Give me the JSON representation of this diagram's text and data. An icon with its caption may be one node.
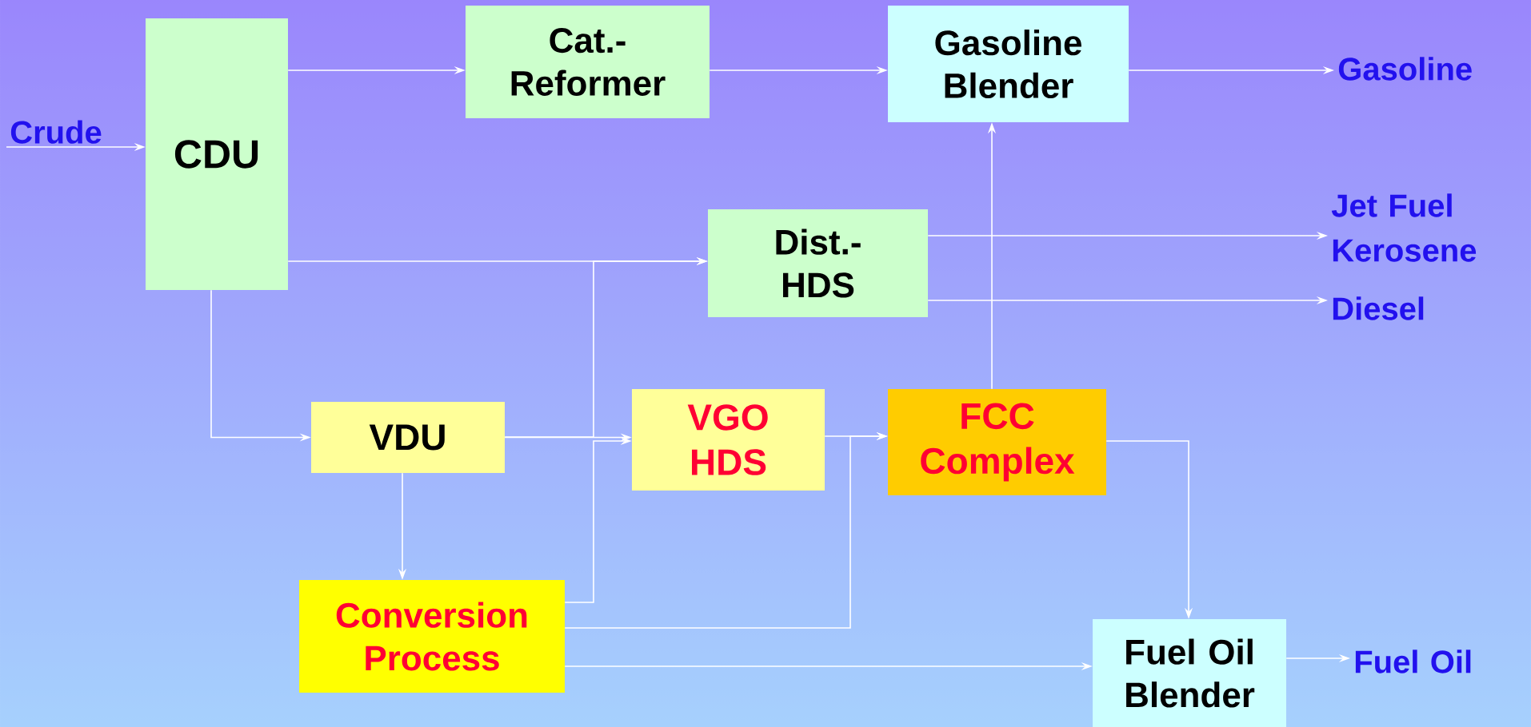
{
  "diagram": {
    "nodes": [
      {
        "text": [
          "CDU"
        ]
      },
      {
        "text": [
          "Cat.- Reformer"
        ]
      },
      {
        "text": [
          "Gasoline Blender"
        ]
      },
      {
        "text": [
          "Dist.- HDS"
        ]
      },
      {
        "text": [
          "VDU"
        ]
      },
      {
        "text": [
          "VGO HDS"
        ]
      },
      {
        "text": [
          "FCC Complex"
        ]
      },
      {
        "text": [
          "Conversion Process"
        ]
      },
      {
        "text": [
          "Fuel Oil Blender"
        ]
      },
      {
        "text": [
          "Crude"
        ]
      },
      {
        "text": [
          "Gasoline"
        ]
      },
      {
        "text": [
          "Jet Fuel Kerosene"
        ]
      },
      {
        "text": [
          "Diesel"
        ]
      },
      {
        "text": [
          "Fuel Oil"
        ]
      }
    ],
    "edges": [
      {
        "from": 9,
        "to": 0,
        "arrow": "to"
      },
      {
        "from": 0,
        "to": 1,
        "arrow": "to"
      },
      {
        "from": 1,
        "to": 2,
        "arrow": "to"
      },
      {
        "from": 2,
        "to": 10,
        "arrow": "to"
      },
      {
        "from": 0,
        "to": 3,
        "arrow": "to"
      },
      {
        "from": 0,
        "to": 4,
        "arrow": "to"
      },
      {
        "from": 4,
        "to": 5,
        "arrow": "to"
      },
      {
        "from": 4,
        "to": 7,
        "arrow": "to"
      },
      {
        "from": 7,
        "to": 5,
        "arrow": "to"
      },
      {
        "from": 4,
        "to": 3,
        "arrow": "to"
      },
      {
        "from": 5,
        "to": 6,
        "arrow": "to"
      },
      {
        "from": 7,
        "to": 6,
        "arrow": "to"
      },
      {
        "from": 6,
        "to": 2,
        "arrow": "to"
      },
      {
        "from": 3,
        "to": 11,
        "arrow": "to"
      },
      {
        "from": 3,
        "to": 12,
        "arrow": "to"
      },
      {
        "from": 6,
        "to": 8,
        "arrow": "to"
      },
      {
        "from": 7,
        "to": 8,
        "arrow": "to"
      },
      {
        "from": 8,
        "to": 13,
        "arrow": "to"
      }
    ]
  }
}
